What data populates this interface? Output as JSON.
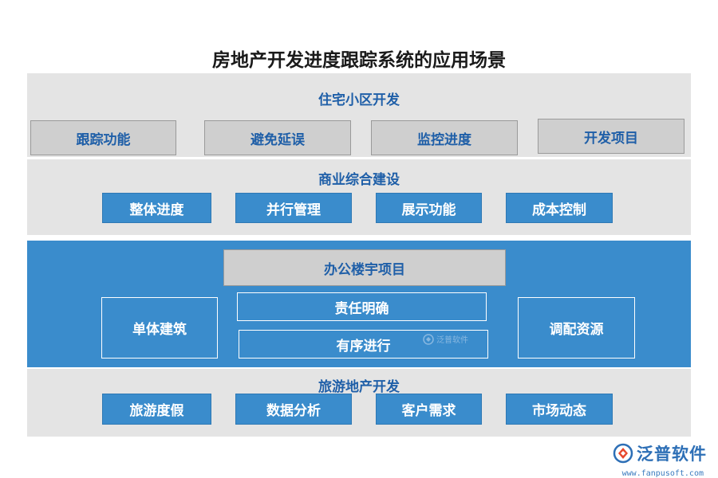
{
  "title": "房地产开发进度跟踪系统的应用场景",
  "sections": [
    {
      "title": "住宅小区开发",
      "items": [
        "跟踪功能",
        "避免延误",
        "监控进度",
        "开发项目"
      ]
    },
    {
      "title": "商业综合建设",
      "items": [
        "整体进度",
        "并行管理",
        "展示功能",
        "成本控制"
      ]
    },
    {
      "title": "办公楼宇项目",
      "left": "单体建筑",
      "center_items": [
        "责任明确",
        "有序进行"
      ],
      "right": "调配资源"
    },
    {
      "title": "旅游地产开发",
      "items": [
        "旅游度假",
        "数据分析",
        "客户需求",
        "市场动态"
      ]
    }
  ],
  "watermark_small": "泛普软件",
  "logo": {
    "text": "泛普软件",
    "url": "www.fanpusoft.com",
    "icon": "fanpu-logo-icon"
  },
  "colors": {
    "band_gray": "#e4e4e4",
    "band_blue": "#3a8ccc",
    "box_gray": "#cfcfcf",
    "text_blue": "#1f5fa8"
  }
}
